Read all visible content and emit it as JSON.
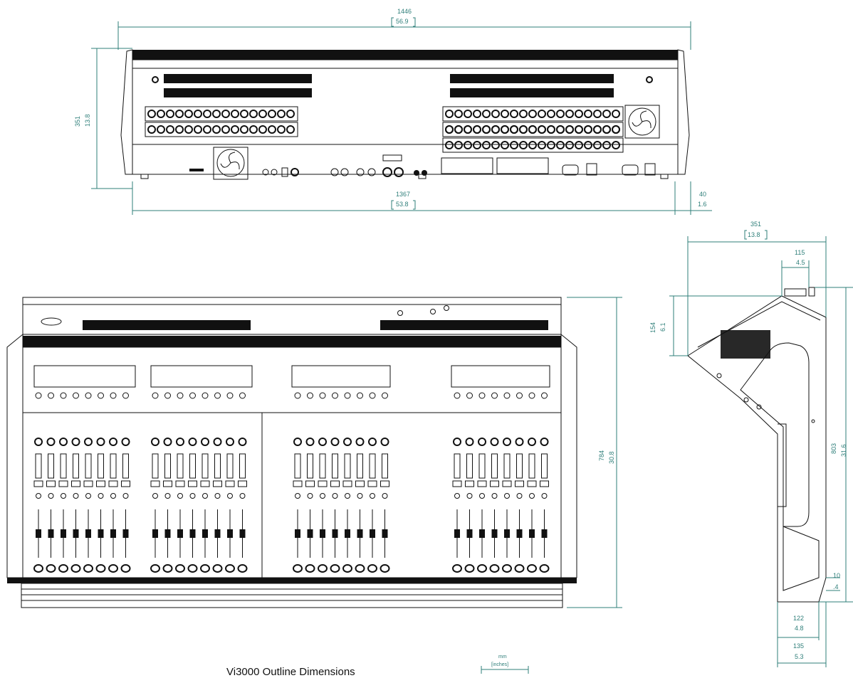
{
  "title": "Vi3000 Outline Dimensions",
  "legend": {
    "unit_main": "mm",
    "unit_alt": "[inches]"
  },
  "rear_view": {
    "width": {
      "mm": "1446",
      "in": "56.9"
    },
    "height": {
      "mm": "351",
      "in": "13.8"
    },
    "inner_width": {
      "mm": "1367",
      "in": "53.8"
    },
    "overhang": {
      "mm": "40",
      "in": "1.6"
    }
  },
  "top_view": {
    "depth": {
      "mm": "784",
      "in": "30.8"
    }
  },
  "side_view": {
    "height": {
      "mm": "351",
      "in": "13.8"
    },
    "top_width": {
      "mm": "115",
      "in": "4.5"
    },
    "rear_height": {
      "mm": "154",
      "in": "6.1"
    },
    "depth": {
      "mm": "803",
      "in": "31.6"
    },
    "foot": {
      "mm": "10",
      "in": ".4"
    },
    "base_a": {
      "mm": "122",
      "in": "4.8"
    },
    "base_b": {
      "mm": "135",
      "in": "5.3"
    }
  }
}
